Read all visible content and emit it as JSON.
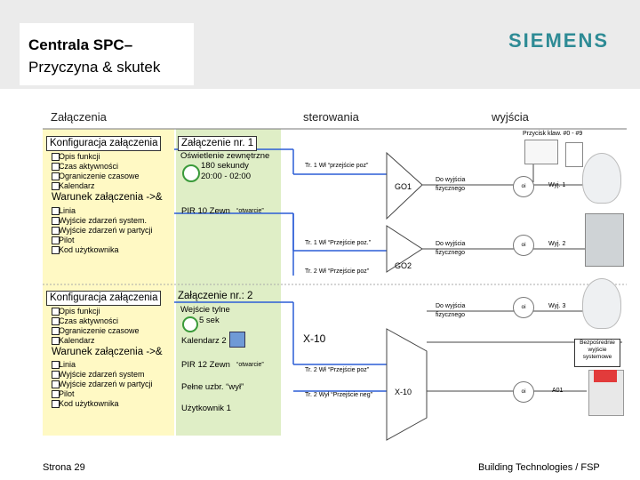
{
  "title": {
    "line1": "Centrala SPC–",
    "line2": "Przyczyna & skutek"
  },
  "brand": "SIEMENS",
  "sections": {
    "left": "Załączenia",
    "middle": "sterowania",
    "right": "wyjścia"
  },
  "keyboard_label": "Przycisk klaw. #0 - #9",
  "block1": {
    "config_header": "Konfiguracja załączenia",
    "items": [
      "Opis funkcji",
      "Czas aktywności",
      "Ograniczenie czasowe",
      "Kalendarz"
    ],
    "condition_header": "Warunek załączenia ->&",
    "conditions": [
      "Linia",
      "Wyjście zdarzeń system.",
      "Wyjście zdarzeń w partycji",
      "Pilot",
      "Kod użytkownika"
    ],
    "trigger_title": "Załączenie nr. 1",
    "trigger_desc": "Oświetlenie zewnętrzne",
    "duration": "180 sekundy",
    "time_range": "20:00 - 02:00",
    "pir": "PIR 10 Zewn",
    "pir_state": "“otwarcie”"
  },
  "block2": {
    "config_header": "Konfiguracja załączenia",
    "items": [
      "Opis funkcji",
      "Czas aktywności",
      "Ograniczenie czasowe",
      "Kalendarz"
    ],
    "condition_header": "Warunek załączenia ->&",
    "conditions": [
      "Linia",
      "Wyjście zdarzeń system",
      "Wyjście zdarzeń w partycji",
      "Pilot",
      "Kod użytkownika"
    ],
    "trigger_title": "Załączenie nr.: 2",
    "trigger_desc": "Wejście tylne",
    "duration": "5 sek",
    "calendar": "Kalendarz 2",
    "pir": "PIR 12 Zewn",
    "pir_state": "“otwarcie”",
    "arm": "Pełne uzbr. “wył”",
    "user": "Użytkownik 1"
  },
  "middle": {
    "tr1_a": "Tr. 1 Wł “przejście poz”",
    "go1": "GO1",
    "tr1_b": "Tr. 1 Wł “Przejście poz.”",
    "go2": "GO2",
    "tr2_a": "Tr. 2 Wł “Przejście poz”",
    "x10": "X-10",
    "tr2_b": "Tr. 2 Wł “Przejście poz”",
    "tr2_c": "Tr. 2 Wył “Przejście neg”",
    "x10_gate": "X-10"
  },
  "outputs": {
    "line1": "Do wyjścia",
    "line2": "fizycznego",
    "btn": "oi",
    "o1": "Wyj. 1",
    "o2": "Wyj. 2",
    "o3": "Wyj. 3",
    "a01": "A01",
    "direct": [
      "Bezpośrednie",
      "wyjście",
      "systemowe"
    ]
  },
  "footer": {
    "page": "Strona 29",
    "company": "Building Technologies / FSP"
  },
  "colors": {
    "yellow": "#fff9c4",
    "green": "#dfeec6",
    "blue": "#2b5dd6",
    "brand": "#2e8b95"
  }
}
